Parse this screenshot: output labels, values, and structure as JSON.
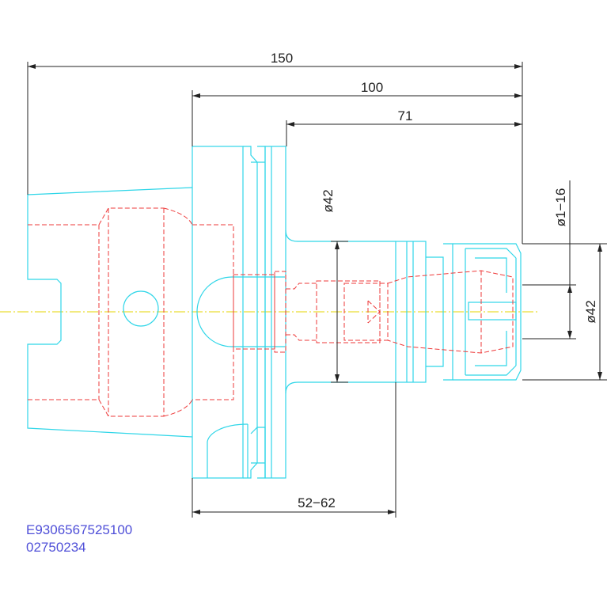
{
  "dimensions": {
    "overall_length": "150",
    "flange_to_nose": "100",
    "body_length": "71",
    "diameter_body": "ø42",
    "clamping_range": "ø1−16",
    "diameter_nut": "ø42",
    "gauge_length": "52−62"
  },
  "part_codes": {
    "code_1": "E9306567525100",
    "code_2": "02750234"
  },
  "colors": {
    "outline": "#2fd6e8",
    "hidden_lines": "#ee3838",
    "dimension_lines": "#222222",
    "center_line": "#e6d600",
    "code_text": "#4f4fd8"
  }
}
